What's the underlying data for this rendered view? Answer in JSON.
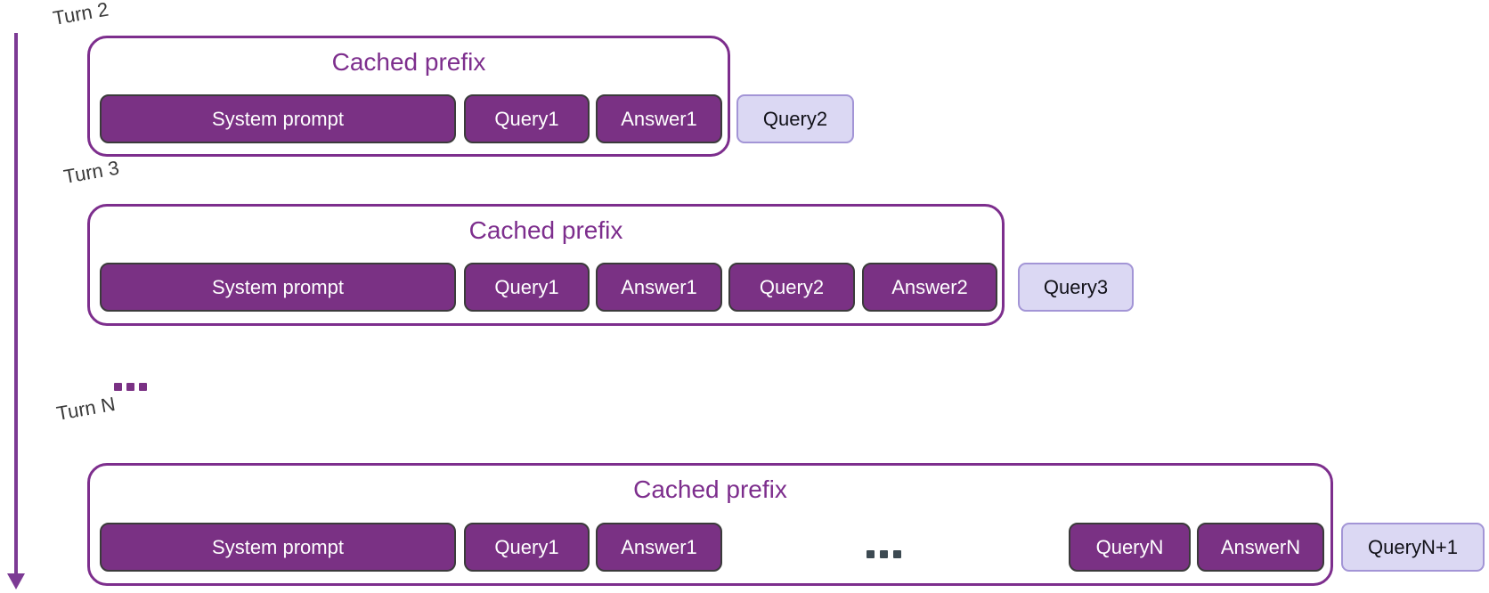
{
  "colors": {
    "dark_box_fill": "#7a3184",
    "dark_box_border": "#3b3b3b",
    "dark_box_text": "#ffffff",
    "light_box_fill": "#dbd8f3",
    "light_box_border": "#a395d6",
    "light_box_text": "#111118",
    "outer_border": "#7d2e8d",
    "title_text": "#7d2e8d",
    "turn_label_text": "#3a3a3a",
    "arrow_color": "#7c3a94",
    "ellipsis_purple": "#7a3184",
    "ellipsis_dark": "#3d4a52"
  },
  "timeline": {
    "between_rows_ellipsis": "..."
  },
  "rows": [
    {
      "turn_label": "Turn 2",
      "prefix_title": "Cached prefix",
      "tokens": [
        "System prompt",
        "Query1",
        "Answer1"
      ],
      "new_query": "Query2"
    },
    {
      "turn_label": "Turn 3",
      "prefix_title": "Cached prefix",
      "tokens": [
        "System prompt",
        "Query1",
        "Answer1",
        "Query2",
        "Answer2"
      ],
      "new_query": "Query3"
    },
    {
      "turn_label": "Turn N",
      "prefix_title": "Cached prefix",
      "tokens": [
        "System prompt",
        "Query1",
        "Answer1"
      ],
      "gap_ellipsis": "...",
      "tokens_late": [
        "QueryN",
        "AnswerN"
      ],
      "new_query": "QueryN+1"
    }
  ]
}
